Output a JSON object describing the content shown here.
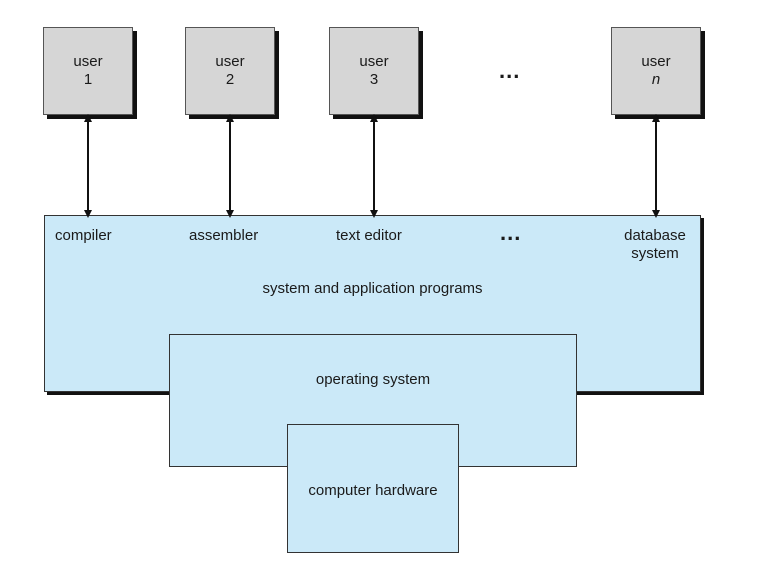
{
  "users": [
    {
      "word": "user",
      "id": "1",
      "italic": false
    },
    {
      "word": "user",
      "id": "2",
      "italic": false
    },
    {
      "word": "user",
      "id": "3",
      "italic": false
    },
    {
      "word": "user",
      "id": "n",
      "italic": true
    }
  ],
  "ellipsis": "...",
  "programs": {
    "compiler": "compiler",
    "assembler": "assembler",
    "text_editor": "text editor",
    "database_line1": "database",
    "database_line2": "system",
    "layer_label": "system and application programs"
  },
  "os": {
    "label": "operating system"
  },
  "hardware": {
    "label": "computer hardware"
  },
  "colors": {
    "user_box": "#d6d6d6",
    "layer_fill": "#cbe9f8"
  }
}
